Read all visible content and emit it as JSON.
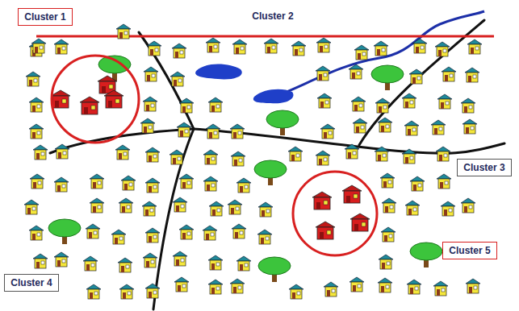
{
  "diagram": {
    "nodes": [
      {
        "text": [
          "Cluster 1"
        ]
      },
      {
        "text": [
          "Cluster 2"
        ]
      },
      {
        "text": [
          "Cluster 3"
        ]
      },
      {
        "text": [
          "Cluster 4"
        ]
      },
      {
        "text": [
          "Cluster 5"
        ]
      }
    ]
  }
}
